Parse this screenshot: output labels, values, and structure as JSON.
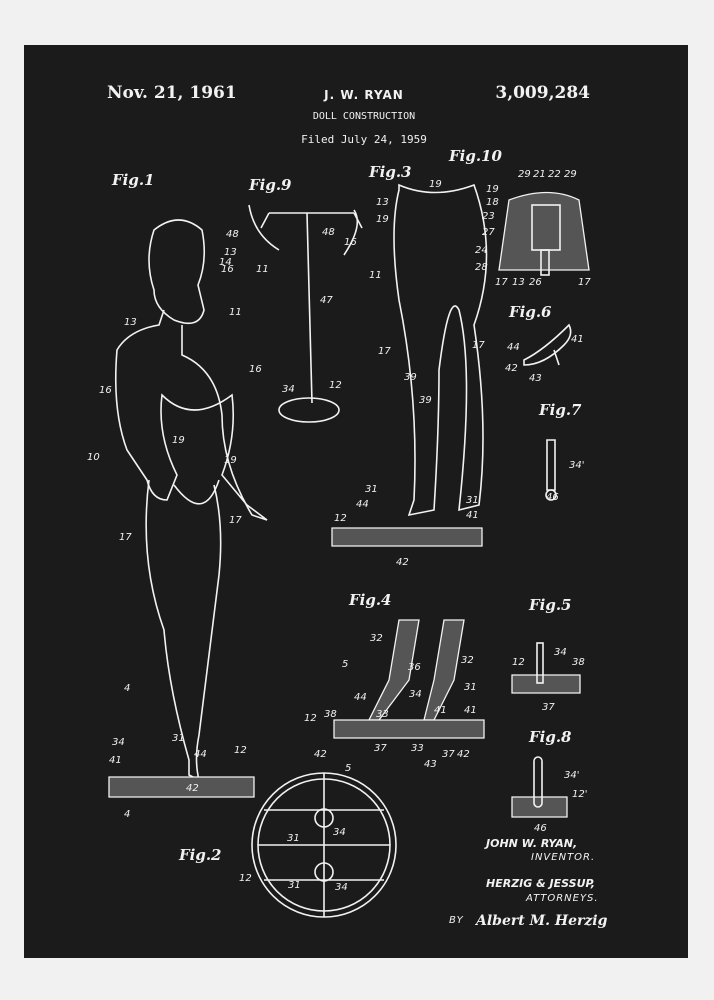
{
  "header": {
    "date": "Nov. 21, 1961",
    "inventor_short": "J. W. RYAN",
    "title": "DOLL CONSTRUCTION",
    "filed": "Filed July 24, 1959",
    "patent_number": "3,009,284"
  },
  "figures": [
    "Fig.1",
    "Fig.9",
    "Fig.3",
    "Fig.10",
    "Fig.6",
    "Fig.7",
    "Fig.4",
    "Fig.5",
    "Fig.8",
    "Fig.2"
  ],
  "reference_numerals": [
    "14",
    "13",
    "11",
    "16",
    "16",
    "10",
    "19",
    "19",
    "17",
    "17",
    "4",
    "34",
    "31",
    "41",
    "44",
    "42",
    "12",
    "4",
    "48",
    "48",
    "13",
    "16",
    "16",
    "11",
    "47",
    "34",
    "12",
    "19",
    "13",
    "19",
    "11",
    "17",
    "17",
    "39",
    "39",
    "31",
    "44",
    "31",
    "41",
    "12",
    "42",
    "29",
    "21",
    "22",
    "29",
    "19",
    "18",
    "23",
    "27",
    "24",
    "28",
    "17",
    "13",
    "26",
    "17",
    "44",
    "41",
    "42",
    "43",
    "34'",
    "46",
    "32",
    "32",
    "5",
    "36",
    "31",
    "44",
    "34",
    "38",
    "33",
    "41",
    "41",
    "12",
    "42",
    "37",
    "33",
    "43",
    "37",
    "42",
    "5",
    "34",
    "12",
    "38",
    "37",
    "34'",
    "12'",
    "46",
    "31",
    "34",
    "12",
    "31",
    "34"
  ],
  "signature_block": {
    "inventor": "JOHN W. RYAN,",
    "inventor_role": "INVENTOR.",
    "attorneys": "HERZIG & JESSUP,",
    "attorneys_role": "ATTORNEYS.",
    "by": "BY",
    "signature": "Albert M. Herzig"
  },
  "colors": {
    "background": "#1b1b1b",
    "ink": "#f2f2f2",
    "border": "#f1f1f1"
  }
}
